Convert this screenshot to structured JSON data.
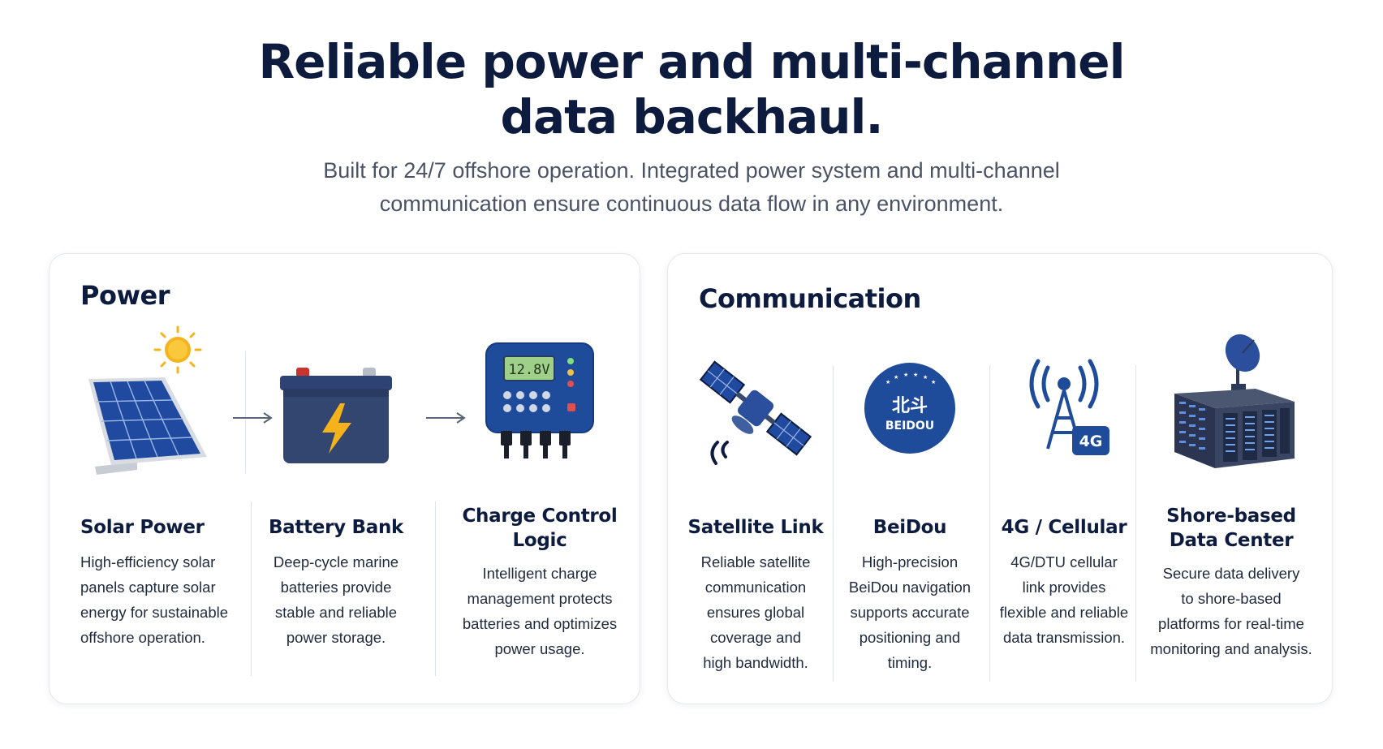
{
  "headline": {
    "line1": "Reliable power and multi-channel",
    "line2": "data backhaul."
  },
  "subhead": {
    "line1": "Built for 24/7 offshore operation. Integrated power system and multi-channel",
    "line2": "communication ensure continuous data flow in any environment."
  },
  "power": {
    "title": "Power",
    "items": [
      {
        "title": "Solar Power",
        "icon": "solar-panel-icon",
        "desc": [
          "High-efficiency solar",
          "panels capture solar",
          "energy for sustainable",
          "offshore operation."
        ]
      },
      {
        "title": "Battery Bank",
        "icon": "battery-icon",
        "desc": [
          "Deep-cycle marine",
          "batteries provide",
          "stable and reliable",
          "power storage."
        ]
      },
      {
        "title_lines": [
          "Charge Control",
          "Logic"
        ],
        "icon": "charge-controller-icon",
        "display": "12.8V",
        "desc": [
          "Intelligent charge",
          "management protects",
          "batteries and optimizes",
          "power usage."
        ]
      }
    ]
  },
  "communication": {
    "title": "Communication",
    "items": [
      {
        "title": "Satellite Link",
        "icon": "satellite-icon",
        "desc": [
          "Reliable satellite",
          "communication",
          "ensures global",
          "coverage and",
          "high bandwidth."
        ]
      },
      {
        "title": "BeiDou",
        "icon": "beidou-logo-icon",
        "logo_cn": "北斗",
        "logo_en": "BEIDOU",
        "desc": [
          "High-precision",
          "BeiDou navigation",
          "supports accurate",
          "positioning and",
          "timing."
        ]
      },
      {
        "title": "4G / Cellular",
        "icon": "cell-tower-icon",
        "badge": "4G",
        "desc": [
          "4G/DTU cellular",
          "link provides",
          "flexible and reliable",
          "data transmission."
        ]
      },
      {
        "title_lines": [
          "Shore-based",
          "Data Center"
        ],
        "icon": "data-center-icon",
        "desc": [
          "Secure data delivery",
          "to shore-based",
          "platforms for real-time",
          "monitoring and analysis."
        ]
      }
    ]
  },
  "colors": {
    "navy": "#0d1b3e",
    "accent_blue": "#1f4c9a",
    "sun": "#f5b41d",
    "bolt": "#f6b21b",
    "lcd": "#9fd08a"
  }
}
